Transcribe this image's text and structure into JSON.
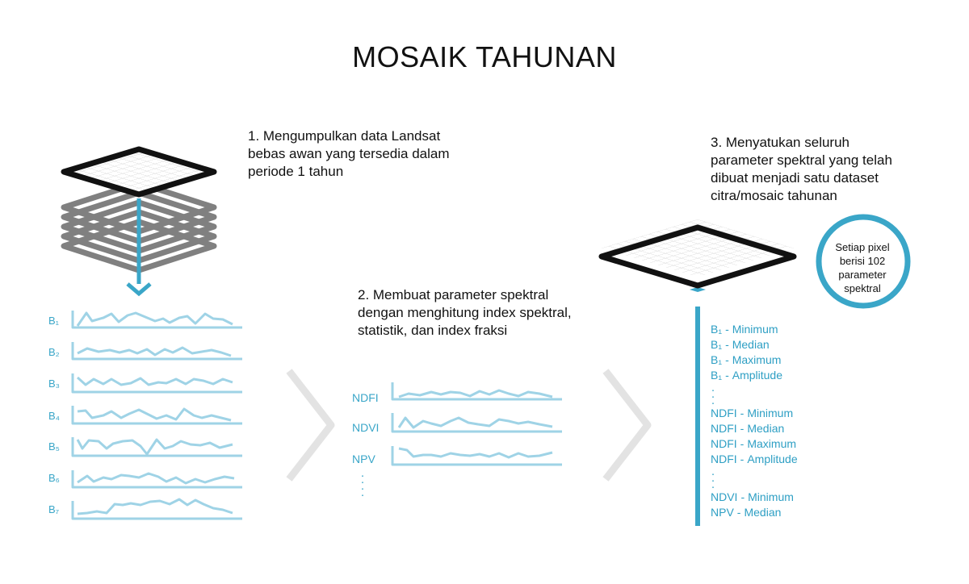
{
  "title": "MOSAIK TAHUNAN",
  "steps": {
    "step1": "1. Mengumpulkan data Landsat\nbebas awan yang tersedia dalam\nperiode 1 tahun",
    "step2": "2. Membuat parameter spektral\ndengan menghitung index spektral,\nstatistik, dan index fraksi",
    "step3": "3. Menyatukan seluruh\nparameter spektral yang telah\ndibuat menjadi satu dataset\ncitra/mosaic tahunan"
  },
  "bands": [
    "B₁",
    "B₂",
    "B₃",
    "B₄",
    "B₅",
    "B₆",
    "B₇"
  ],
  "indices": [
    "NDFI",
    "NDVI",
    "NPV"
  ],
  "circle_text": "Setiap pixel\nberisi 102\nparameter\nspektral",
  "params": [
    {
      "name": "B₁",
      "stat": "Minimum"
    },
    {
      "name": "B₁",
      "stat": "Median"
    },
    {
      "name": "B₁",
      "stat": "Maximum"
    },
    {
      "name": "B₁",
      "stat": "Amplitude"
    },
    {
      "name": "NDFI",
      "stat": "Minimum"
    },
    {
      "name": "NDFI",
      "stat": "Median"
    },
    {
      "name": "NDFI",
      "stat": "Maximum"
    },
    {
      "name": "NDFI",
      "stat": "Amplitude"
    },
    {
      "name": "NDVI",
      "stat": "Minimum"
    },
    {
      "name": "NPV",
      "stat": "Median"
    }
  ],
  "colors": {
    "accent": "#3aa6c8",
    "line_light": "#9fd3e6",
    "stack_gray": "#808080",
    "arrow_gray": "#e3e3e3"
  }
}
